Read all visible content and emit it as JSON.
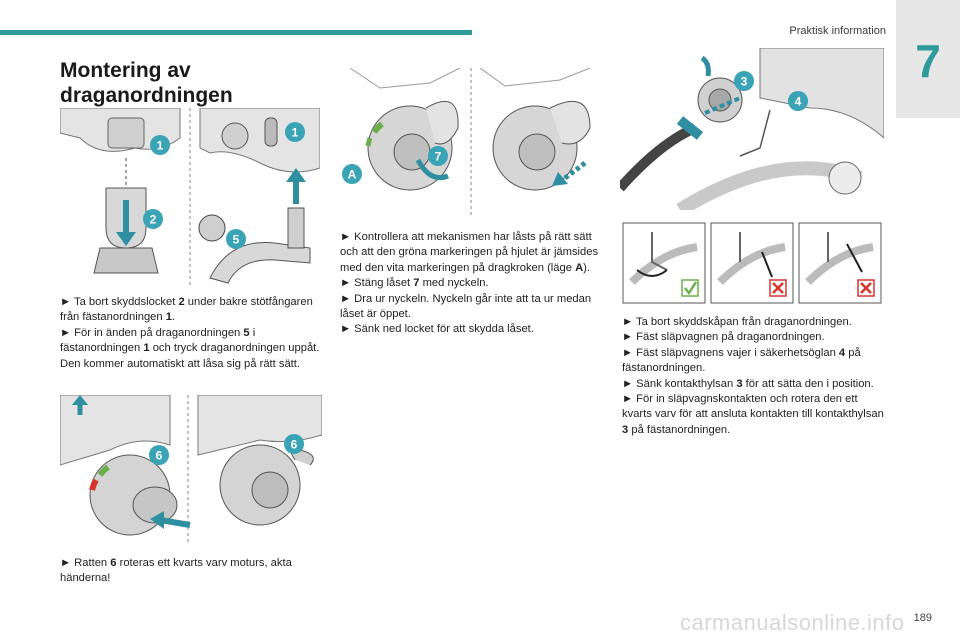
{
  "header": {
    "section_title": "Praktisk information",
    "chapter_number": "7"
  },
  "heading": "Montering av draganordningen",
  "badges": {
    "b1": "1",
    "b2": "2",
    "b3": "3",
    "b4": "4",
    "b5": "5",
    "b6": "6",
    "b7": "7",
    "bA": "A"
  },
  "col1": {
    "p1": [
      {
        "t": "► Ta bort skyddslocket "
      },
      {
        "t": "2",
        "b": true
      },
      {
        "t": " under bakre stötfångaren från fästanordningen "
      },
      {
        "t": "1",
        "b": true
      },
      {
        "t": "."
      }
    ],
    "p2": [
      {
        "t": "► För in änden på draganordningen "
      },
      {
        "t": "5",
        "b": true
      },
      {
        "t": " i fästanordningen "
      },
      {
        "t": "1",
        "b": true
      },
      {
        "t": " och tryck draganordningen uppåt. Den kommer automatiskt att låsa sig på rätt sätt."
      }
    ],
    "p3": [
      {
        "t": "► Ratten "
      },
      {
        "t": "6",
        "b": true
      },
      {
        "t": " roteras ett kvarts varv moturs, akta händerna!"
      }
    ]
  },
  "col2": {
    "p1": [
      {
        "t": "► Kontrollera att mekanismen har låsts på rätt sätt och att den gröna markeringen på hjulet är jämsides med den vita markeringen på dragkroken (läge "
      },
      {
        "t": "A",
        "b": true
      },
      {
        "t": ")."
      }
    ],
    "p2": [
      {
        "t": "► Stäng låset "
      },
      {
        "t": "7",
        "b": true
      },
      {
        "t": " med nyckeln."
      }
    ],
    "p3": [
      {
        "t": "► Dra ur nyckeln. Nyckeln går inte att ta ur medan låset är öppet."
      }
    ],
    "p4": [
      {
        "t": "► Sänk ned locket för att skydda låset."
      }
    ]
  },
  "col3": {
    "p1": [
      {
        "t": "► Ta bort skyddskåpan från draganordningen."
      }
    ],
    "p2": [
      {
        "t": "► Fäst släpvagnen på draganordningen."
      }
    ],
    "p3": [
      {
        "t": "► Fäst släpvagnens vajer i säkerhetsöglan "
      },
      {
        "t": "4",
        "b": true
      },
      {
        "t": " på fästanordningen."
      }
    ],
    "p4": [
      {
        "t": "► Sänk kontakthylsan "
      },
      {
        "t": "3",
        "b": true
      },
      {
        "t": " för att sätta den i position."
      }
    ],
    "p5": [
      {
        "t": "► För in släpvagnskontakten och rotera den ett kvarts varv för att ansluta kontakten till kontakthylsan "
      },
      {
        "t": "3",
        "b": true
      },
      {
        "t": " på fästanordningen."
      }
    ]
  },
  "footer": {
    "page_number": "189",
    "watermark": "carmanualsonline.info"
  },
  "colors": {
    "accent": "#2e9a9a",
    "badge": "#3aa3b5",
    "arrow": "#2f8fa0",
    "check_ok": "#6ab04c",
    "check_bad": "#d9342b"
  }
}
